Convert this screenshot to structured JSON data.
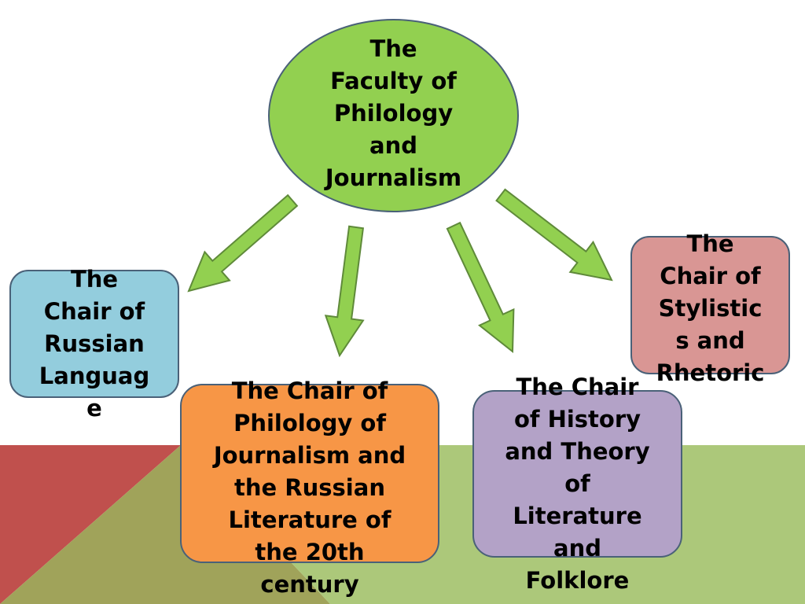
{
  "colors": {
    "root_fill": "#92d050",
    "russian_fill": "#93cddd",
    "stylistics_fill": "#d99694",
    "philology_fill": "#f79646",
    "history_fill": "#b3a2c7",
    "arrow_fill": "#92d050",
    "arrow_stroke": "#5f8a3a",
    "node_border": "#4a6178",
    "bg_red": "#c0504d",
    "bg_olive": "#a0a35a",
    "bg_green": "#acc87a"
  },
  "nodes": {
    "root": {
      "label": "The\nFaculty of\nPhilology\nand\nJournalism"
    },
    "russian": {
      "label": "The\nChair of\nRussian\nLanguag\ne"
    },
    "stylistics": {
      "label": "The\nChair of\nStylistic\ns and\nRhetoric"
    },
    "philology": {
      "label": "The Chair of\nPhilology of\nJournalism and\nthe Russian\nLiterature of\nthe 20th\ncentury"
    },
    "history": {
      "label": "The Chair\nof History\nand Theory\nof\nLiterature\nand\nFolklore"
    }
  },
  "edges": [
    {
      "from": "root",
      "to": "russian"
    },
    {
      "from": "root",
      "to": "philology"
    },
    {
      "from": "root",
      "to": "history"
    },
    {
      "from": "root",
      "to": "stylistics"
    }
  ]
}
